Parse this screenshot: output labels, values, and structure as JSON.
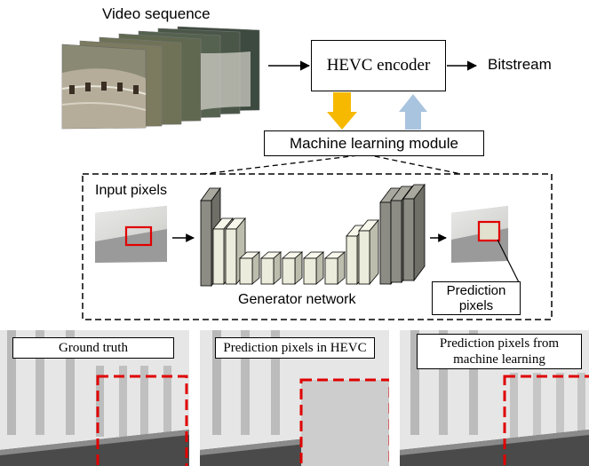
{
  "encoder": {
    "input_label": "Video sequence",
    "encoder_label": "HEVC encoder",
    "output_label": "Bitstream",
    "ml_module_label": "Machine learning module"
  },
  "generator": {
    "input_label": "Input pixels",
    "network_label": "Generator network",
    "prediction_label_line1": "Prediction",
    "prediction_label_line2": "pixels"
  },
  "comparison": {
    "panel1_label": "Ground truth",
    "panel2_label": "Prediction pixels in HEVC",
    "panel3_label_line1": "Prediction pixels from",
    "panel3_label_line2": "machine learning"
  },
  "colors": {
    "down_arrow": "#f6b900",
    "up_arrow": "#a9c4de",
    "highlight_red": "#e10000",
    "dashed_red": "#e00000",
    "network_dark": "#8c8c84",
    "network_light": "#ececdc"
  }
}
